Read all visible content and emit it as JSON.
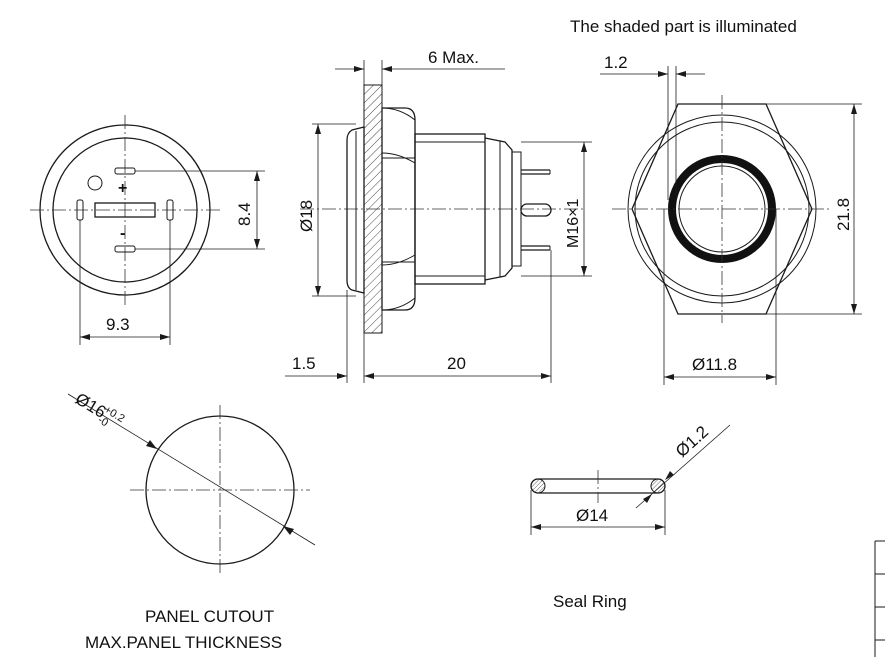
{
  "note_illuminated": "The shaded part is illuminated",
  "front_view": {
    "dim_horizontal": "9.3",
    "dim_vertical": "8.4",
    "plus_sign": "+",
    "minus_sign": "-"
  },
  "side_view": {
    "dim_max": "6 Max.",
    "dim_panel": "1.5",
    "dim_length": "20",
    "dim_diameter": "Ø18",
    "dim_thread": "M16×1"
  },
  "back_view": {
    "dim_ring": "1.2",
    "dim_hex": "21.8",
    "dim_diameter": "Ø11.8"
  },
  "panel_cutout": {
    "dim_diameter": "Ø16",
    "tol_upper": "+0.2",
    "tol_lower": "-0",
    "label": "PANEL CUTOUT",
    "sublabel": "MAX.PANEL THICKNESS"
  },
  "seal_ring": {
    "dim_cross_section": "Ø1.2",
    "dim_diameter": "Ø14",
    "label": "Seal Ring"
  },
  "colors": {
    "line": "#1a1a1a",
    "background": "#ffffff"
  }
}
